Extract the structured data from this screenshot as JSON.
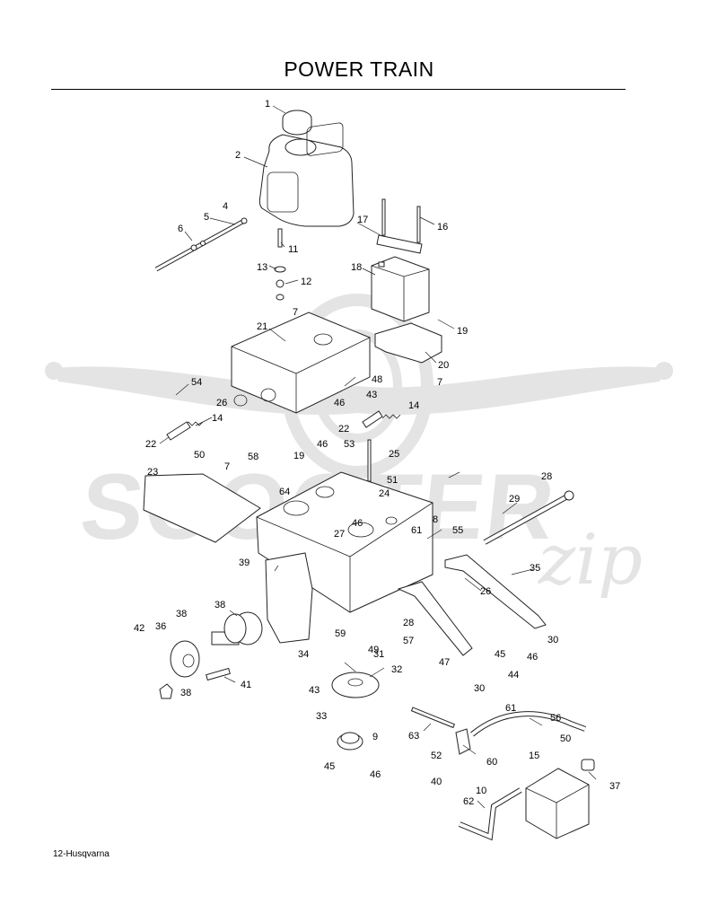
{
  "title": "POWER TRAIN",
  "footer": "12-Husqvarna",
  "watermark": {
    "text": "SCOOTER",
    "script": "zip",
    "color": "#cfcfcf"
  },
  "callouts": [
    {
      "id": "c1",
      "label": "1"
    },
    {
      "id": "c2",
      "label": "2"
    },
    {
      "id": "c4",
      "label": "4"
    },
    {
      "id": "c5",
      "label": "5"
    },
    {
      "id": "c6",
      "label": "6"
    },
    {
      "id": "c11",
      "label": "11"
    },
    {
      "id": "c13",
      "label": "13"
    },
    {
      "id": "c12",
      "label": "12"
    },
    {
      "id": "c7a",
      "label": "7"
    },
    {
      "id": "c17",
      "label": "17"
    },
    {
      "id": "c16",
      "label": "16"
    },
    {
      "id": "c18",
      "label": "18"
    },
    {
      "id": "c19a",
      "label": "19"
    },
    {
      "id": "c21",
      "label": "21"
    },
    {
      "id": "c20",
      "label": "20"
    },
    {
      "id": "c7b",
      "label": "7"
    },
    {
      "id": "c54",
      "label": "54"
    },
    {
      "id": "c48",
      "label": "48"
    },
    {
      "id": "c46a",
      "label": "46"
    },
    {
      "id": "c43a",
      "label": "43"
    },
    {
      "id": "c26a",
      "label": "26"
    },
    {
      "id": "c14a",
      "label": "14"
    },
    {
      "id": "c14b",
      "label": "14"
    },
    {
      "id": "c22a",
      "label": "22"
    },
    {
      "id": "c22b",
      "label": "22"
    },
    {
      "id": "c46b",
      "label": "46"
    },
    {
      "id": "c19b",
      "label": "19"
    },
    {
      "id": "c53",
      "label": "53"
    },
    {
      "id": "c25",
      "label": "25"
    },
    {
      "id": "c50a",
      "label": "50"
    },
    {
      "id": "c7c",
      "label": "7"
    },
    {
      "id": "c58",
      "label": "58"
    },
    {
      "id": "c23",
      "label": "23"
    },
    {
      "id": "c64",
      "label": "64"
    },
    {
      "id": "c51",
      "label": "51"
    },
    {
      "id": "c28a",
      "label": "28"
    },
    {
      "id": "c24",
      "label": "24"
    },
    {
      "id": "c29",
      "label": "29"
    },
    {
      "id": "c8",
      "label": "8"
    },
    {
      "id": "c46c",
      "label": "46"
    },
    {
      "id": "c61a",
      "label": "61"
    },
    {
      "id": "c27",
      "label": "27"
    },
    {
      "id": "c55",
      "label": "55"
    },
    {
      "id": "c35",
      "label": "35"
    },
    {
      "id": "c39",
      "label": "39"
    },
    {
      "id": "c26b",
      "label": "26"
    },
    {
      "id": "c38a",
      "label": "38"
    },
    {
      "id": "c28b",
      "label": "28"
    },
    {
      "id": "c59",
      "label": "59"
    },
    {
      "id": "c49",
      "label": "49"
    },
    {
      "id": "c57",
      "label": "57"
    },
    {
      "id": "c30a",
      "label": "30"
    },
    {
      "id": "c38b",
      "label": "38"
    },
    {
      "id": "c42",
      "label": "42"
    },
    {
      "id": "c36",
      "label": "36"
    },
    {
      "id": "c34",
      "label": "34"
    },
    {
      "id": "c45a",
      "label": "45"
    },
    {
      "id": "c46d",
      "label": "46"
    },
    {
      "id": "c31",
      "label": "31"
    },
    {
      "id": "c47",
      "label": "47"
    },
    {
      "id": "c44",
      "label": "44"
    },
    {
      "id": "c32",
      "label": "32"
    },
    {
      "id": "c30b",
      "label": "30"
    },
    {
      "id": "c41",
      "label": "41"
    },
    {
      "id": "c38c",
      "label": "38"
    },
    {
      "id": "c43b",
      "label": "43"
    },
    {
      "id": "c61b",
      "label": "61"
    },
    {
      "id": "c56",
      "label": "56"
    },
    {
      "id": "c33",
      "label": "33"
    },
    {
      "id": "c9",
      "label": "9"
    },
    {
      "id": "c63",
      "label": "63"
    },
    {
      "id": "c50b",
      "label": "50"
    },
    {
      "id": "c52",
      "label": "52"
    },
    {
      "id": "c60",
      "label": "60"
    },
    {
      "id": "c15",
      "label": "15"
    },
    {
      "id": "c45b",
      "label": "45"
    },
    {
      "id": "c46e",
      "label": "46"
    },
    {
      "id": "c40",
      "label": "40"
    },
    {
      "id": "c10",
      "label": "10"
    },
    {
      "id": "c37",
      "label": "37"
    },
    {
      "id": "c62",
      "label": "62"
    }
  ]
}
